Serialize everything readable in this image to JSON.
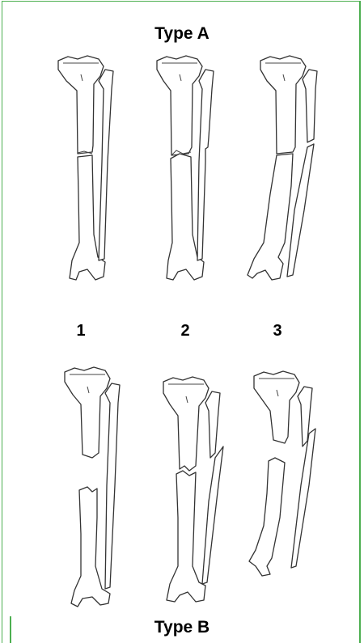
{
  "labels": {
    "top_title": "Type A",
    "bottom_title": "Type B",
    "col1": "1",
    "col2": "2",
    "col3": "3"
  },
  "colors": {
    "border": "#4caf50",
    "line": "#333333"
  }
}
